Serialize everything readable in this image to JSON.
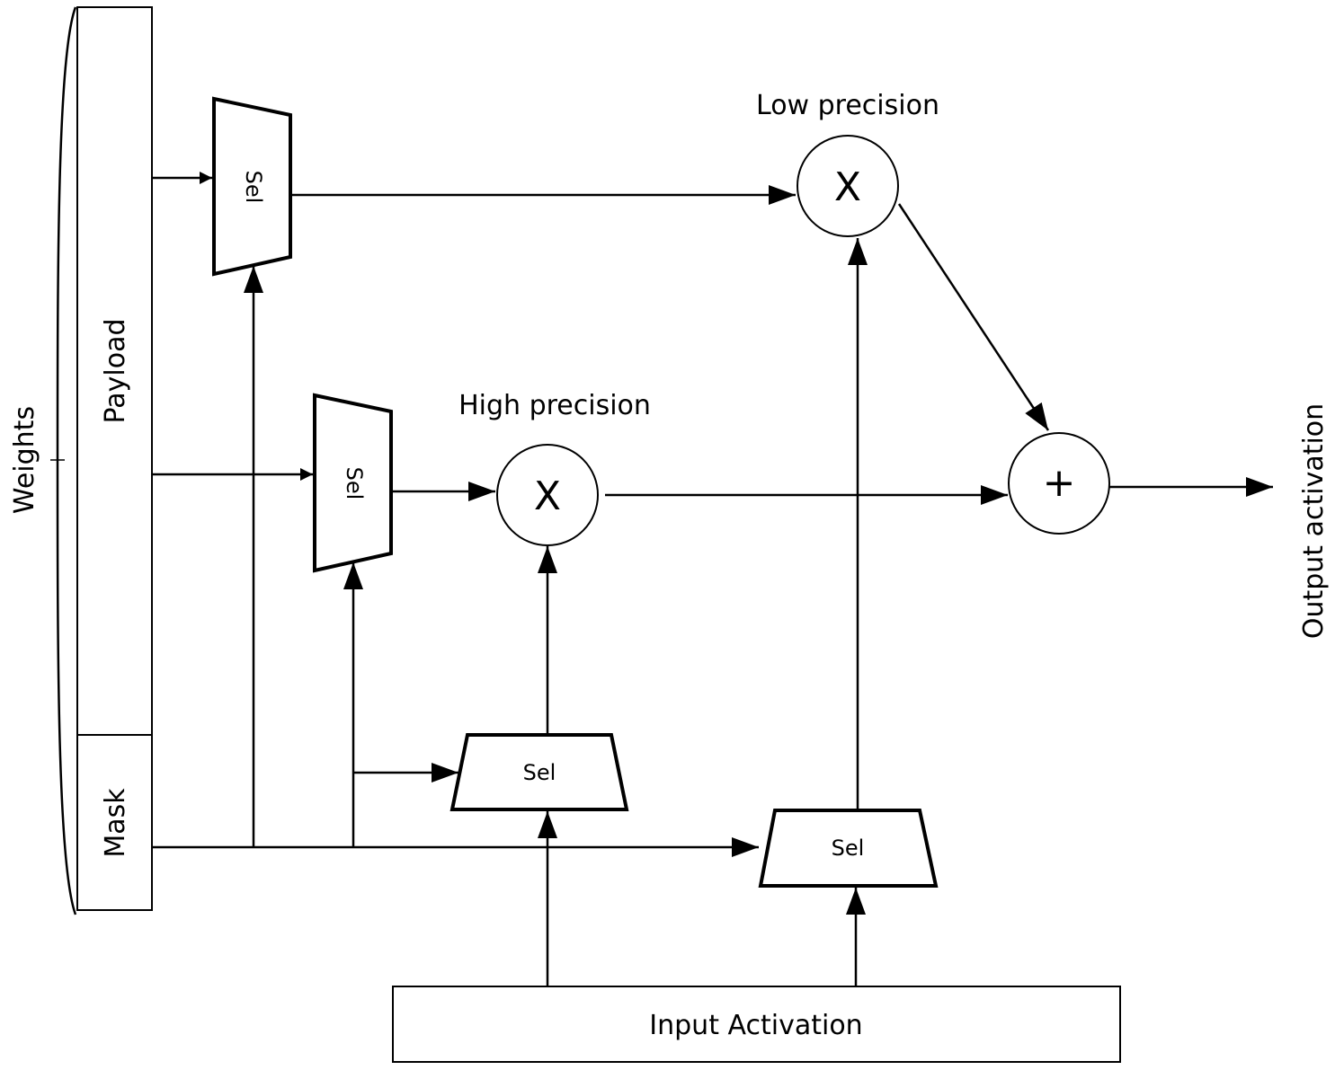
{
  "labels": {
    "weights": "Weights",
    "payload": "Payload",
    "mask": "Mask",
    "low_precision": "Low precision",
    "high_precision": "High precision",
    "output_activation": "Output activation",
    "input_activation": "Input Activation"
  },
  "selectors": {
    "sel1": "Sel",
    "sel2": "Sel",
    "sel3": "Sel",
    "sel4": "Sel"
  },
  "operators": {
    "mult_low": "X",
    "mult_high": "X",
    "add": "+"
  }
}
